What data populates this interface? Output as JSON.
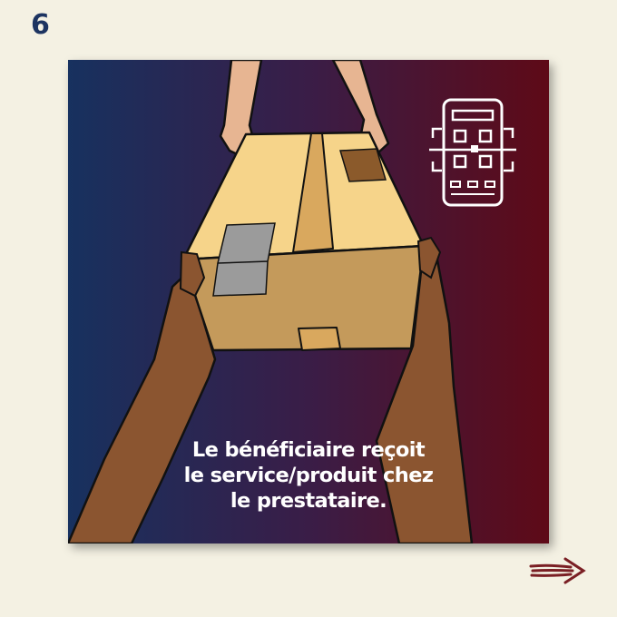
{
  "step": {
    "number": "6"
  },
  "caption": {
    "lines": [
      "Le bénéficiaire reçoit",
      "le service/produit chez",
      "le prestataire."
    ]
  },
  "icons": {
    "qr_phone": "qr-phone-scan-icon",
    "next_arrow": "arrow-right-icon"
  },
  "colors": {
    "page_background": "#f4f1e3",
    "gradient_left": "#17315f",
    "gradient_right": "#5e0a17",
    "step_number": "#1d3461",
    "arrow": "#7a1f24",
    "box_top": "#f6d48a",
    "box_front": "#c49a5b",
    "skin_light": "#e7b592",
    "skin_dark": "#8b5530"
  }
}
